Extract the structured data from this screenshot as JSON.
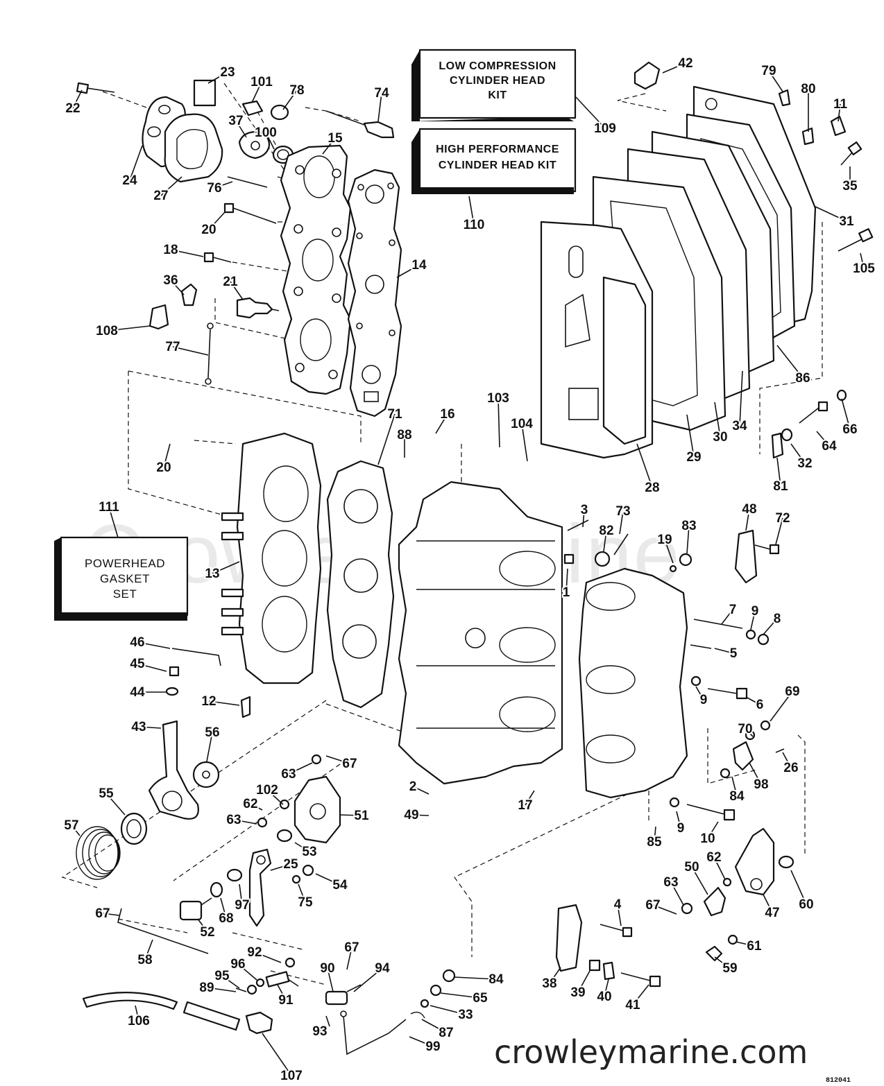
{
  "watermark": "Crowley Marine",
  "site_url": "crowleymarine.com",
  "drawing_code": "812041",
  "kits": {
    "low_compression": [
      "LOW COMPRESSION",
      "CYLINDER HEAD",
      "KIT"
    ],
    "high_performance": [
      "HIGH PERFORMANCE",
      "CYLINDER HEAD KIT"
    ],
    "powerhead_gasket": [
      "POWERHEAD",
      "GASKET",
      "SET"
    ]
  },
  "callouts": [
    "1",
    "2",
    "3",
    "4",
    "5",
    "6",
    "7",
    "8",
    "9",
    "10",
    "11",
    "12",
    "13",
    "14",
    "15",
    "16",
    "17",
    "18",
    "19",
    "20",
    "21",
    "22",
    "23",
    "24",
    "25",
    "26",
    "27",
    "28",
    "29",
    "30",
    "31",
    "32",
    "33",
    "34",
    "35",
    "36",
    "37",
    "38",
    "39",
    "40",
    "41",
    "42",
    "43",
    "44",
    "45",
    "46",
    "47",
    "48",
    "49",
    "50",
    "51",
    "52",
    "53",
    "54",
    "55",
    "56",
    "57",
    "58",
    "59",
    "60",
    "61",
    "62",
    "63",
    "64",
    "65",
    "66",
    "67",
    "68",
    "69",
    "70",
    "71",
    "72",
    "73",
    "74",
    "75",
    "76",
    "77",
    "78",
    "79",
    "80",
    "81",
    "82",
    "83",
    "84",
    "85",
    "86",
    "87",
    "88",
    "89",
    "90",
    "91",
    "92",
    "93",
    "94",
    "95",
    "96",
    "97",
    "98",
    "99",
    "100",
    "101",
    "102",
    "103",
    "104",
    "105",
    "106",
    "107",
    "108",
    "109",
    "110",
    "111"
  ]
}
